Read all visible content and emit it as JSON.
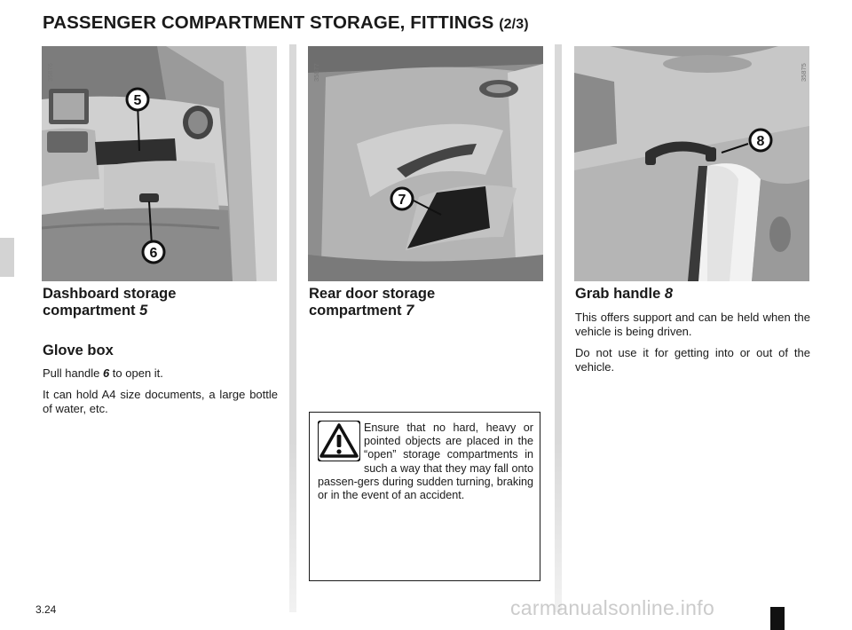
{
  "header": {
    "title": "PASSENGER COMPARTMENT STORAGE, FITTINGS",
    "page_indicator": "(2/3)"
  },
  "photos": [
    {
      "ref": "35876",
      "callouts": [
        "5",
        "6"
      ]
    },
    {
      "ref": "35877",
      "callouts": [
        "7"
      ]
    },
    {
      "ref": "35875",
      "callouts": [
        "8"
      ]
    }
  ],
  "col1": {
    "heading_line1": "Dashboard storage",
    "heading_line2": "compartment",
    "heading_num": "5",
    "subheading": "Glove box",
    "para1_before": "Pull handle ",
    "para1_num": "6",
    "para1_after": " to open it.",
    "para2": "It can hold A4 size documents, a large bottle of water, etc."
  },
  "col2": {
    "heading_line1": "Rear door storage",
    "heading_line2": "compartment",
    "heading_num": "7"
  },
  "warning": {
    "text": "Ensure that no hard, heavy or pointed objects are placed in the “open” storage compartments in such a way that they may fall onto passen-gers during sudden turning, braking or in the event of an accident."
  },
  "col3": {
    "heading": "Grab handle",
    "heading_num": "8",
    "para1": "This offers support and can be held when the vehicle is being driven.",
    "para2": "Do not use it for getting into or out of the vehicle."
  },
  "footer": {
    "page_number": "3.24",
    "watermark": "carmanualsonline.info"
  }
}
